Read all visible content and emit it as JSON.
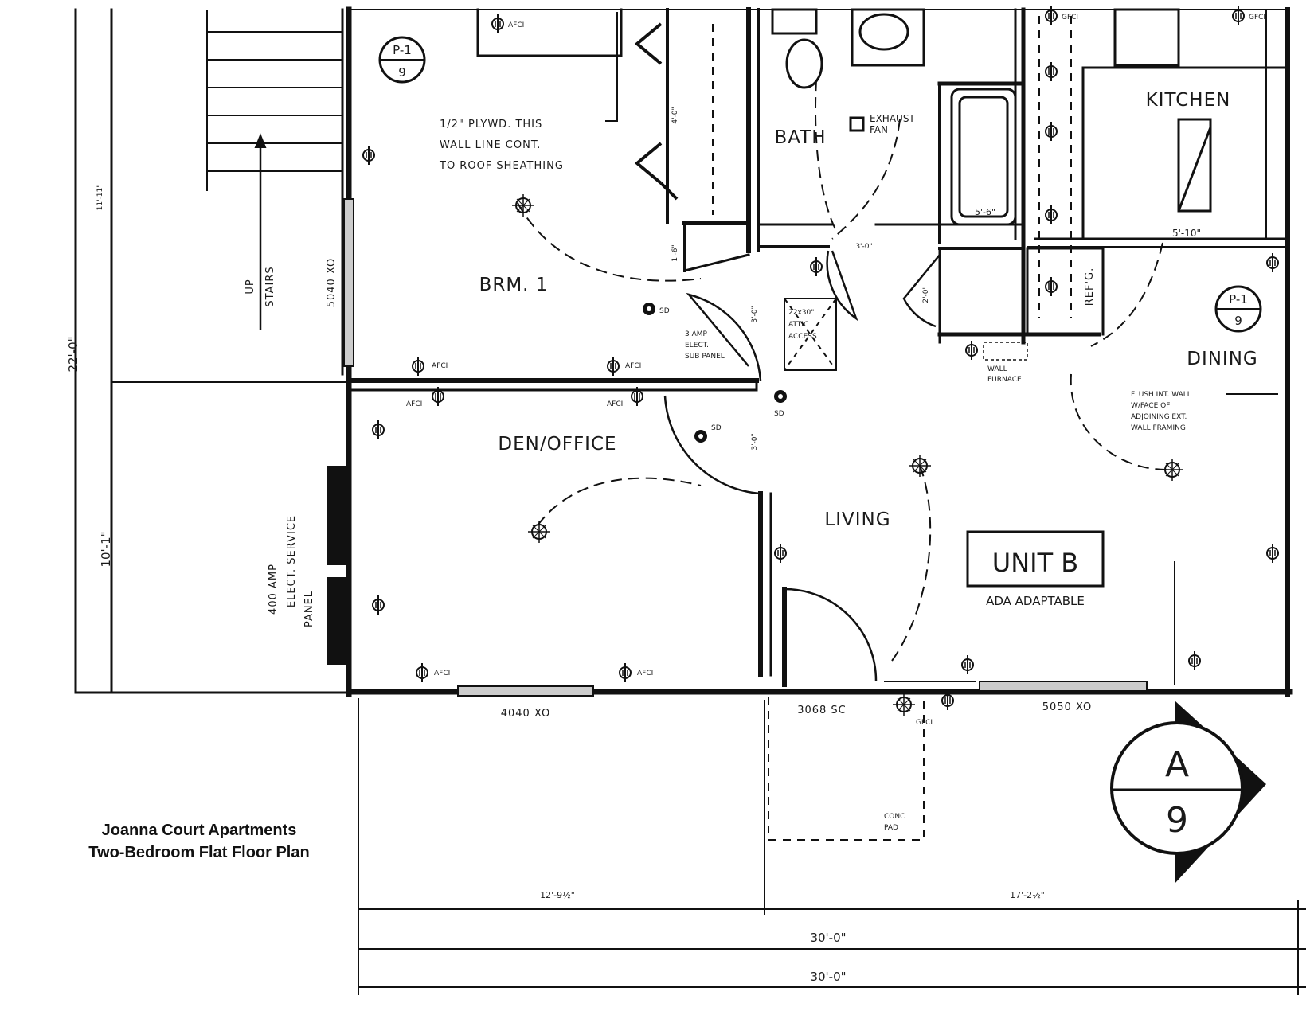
{
  "caption": {
    "line1": "Joanna Court Apartments",
    "line2": "Two-Bedroom Flat Floor Plan"
  },
  "rooms": {
    "bedroom": "BRM. 1",
    "bath": "BATH",
    "kitchen": "KITCHEN",
    "dining": "DINING",
    "den": "DEN/OFFICE",
    "living": "LIVING"
  },
  "unit": {
    "name": "UNIT B",
    "note": "ADA ADAPTABLE"
  },
  "notes": {
    "plywood_1": "1/2\" PLYWD. THIS",
    "plywood_2": "WALL LINE CONT.",
    "plywood_3": "TO ROOF SHEATHING",
    "stairs_1": "UP",
    "stairs_2": "STAIRS",
    "service_1": "400 AMP",
    "service_2": "ELECT. SERVICE",
    "service_3": "PANEL",
    "exhaust_1": "EXHAUST",
    "exhaust_2": "FAN",
    "flush_1": "FLUSH INT. WALL",
    "flush_2": "W/FACE OF",
    "flush_3": "ADJOINING EXT.",
    "flush_4": "WALL FRAMING",
    "wall_furnace_1": "WALL",
    "wall_furnace_2": "FURNACE",
    "attic_1": "22x30\"",
    "attic_2": "ATTIC",
    "attic_3": "ACCESS",
    "refrig": "REF'G.",
    "conc_1": "CONC",
    "conc_2": "PAD",
    "elect_panel_1": "3 AMP",
    "elect_panel_2": "ELECT.",
    "elect_panel_3": "SUB PANEL",
    "afci": "AFCI",
    "gfci": "GFCI",
    "sd": "SD"
  },
  "windows": {
    "bedroom": "5040 XO",
    "den": "4040 XO",
    "living": "5050 XO",
    "entry_door": "3068 SC"
  },
  "dimensions": {
    "overall_height": "22'-0\"",
    "upper_height": "11'-11\"",
    "lower_height": "10'-1\"",
    "left_width": "12'-9½\"",
    "right_width": "17'-2½\"",
    "total_width_1": "30'-0\"",
    "total_width_2": "30'-0\"",
    "closet_1": "4'-0\"",
    "closet_2": "1'-6\"",
    "tub": "5'-6\"",
    "counter": "5'-10\"",
    "hall_door": "3'-0\"",
    "linen": "2'-0\"",
    "hall_1": "3'-0\"",
    "hall_2": "3'-0\""
  },
  "sections": {
    "top_left": "P-1",
    "top_left_num": "9",
    "right": "P-1",
    "right_num": "9",
    "big_letter": "A",
    "big_num": "9"
  }
}
